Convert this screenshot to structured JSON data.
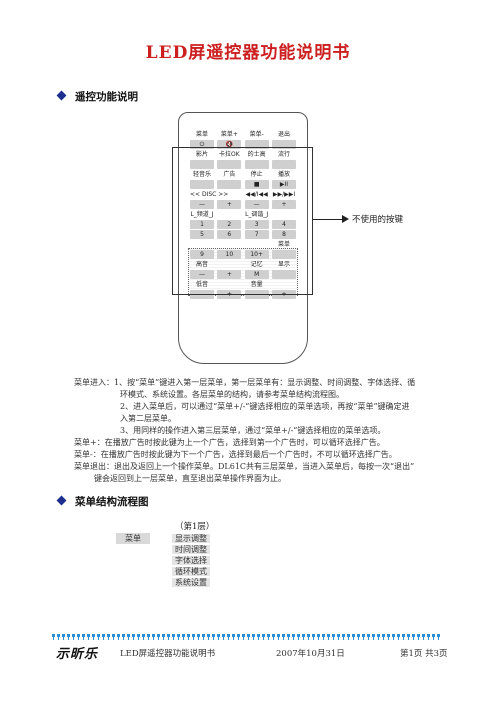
{
  "title": "LED屏遥控器功能说明书",
  "section1": "遥控功能说明",
  "remote": {
    "rows": [
      [
        "菜单",
        "菜单+",
        "菜单-",
        "退出"
      ],
      [
        "⏻",
        "🔇",
        "",
        ""
      ],
      [
        "影片",
        "卡拉OK",
        "的士高",
        "流行"
      ],
      [
        "",
        "",
        "",
        ""
      ],
      [
        "轻音乐",
        "广告",
        "停止",
        "播放"
      ],
      [
        "",
        "",
        "■",
        "▶II"
      ],
      [
        "<< DISC >>",
        "",
        "◀◀/I◀◀",
        "▶▶/▶▶I"
      ],
      [
        "—",
        "+",
        "—",
        "+"
      ],
      [
        "L_频道_J",
        "",
        "L_调谐_J",
        ""
      ],
      [
        "1",
        "2",
        "3",
        "4"
      ],
      [
        "5",
        "6",
        "7",
        "8"
      ],
      [
        "",
        "",
        "",
        "菜单"
      ],
      [
        "9",
        "10",
        "10+",
        ""
      ],
      [
        "高音",
        "",
        "记忆",
        "显示"
      ],
      [
        "—",
        "+",
        "M",
        ""
      ],
      [
        "低音",
        "",
        "音量",
        ""
      ],
      [
        "—",
        "+",
        "—",
        "+"
      ]
    ]
  },
  "callout": "不使用的按键",
  "description": [
    "菜单进入：1、按“菜单”键进入第一层菜单，第一层菜单有：显示调整、时间调整、字体选择、循",
    "环模式、系统设置。各层菜单的结构，请参考菜单结构流程图。",
    "2、进入菜单后，可以通过“菜单+/-”键选择相应的菜单选项，再按“菜单”键确定进",
    "入第二层菜单。",
    "3、用同样的操作进入第三层菜单，通过“菜单+/-”键选择相应的菜单选项。",
    "菜单+：在播放广告时按此键为上一个广告，选择到第一个广告时，可以循环选择广告。",
    "菜单-：在播放广告时按此键为下一个广告，选择到最后一个广告时，不可以循环选择广告。",
    "菜单退出：退出及返回上一个操作菜单。DL61C共有三层菜单，当进入菜单后，每按一次“退出”",
    "键会返回到上一层菜单，直至退出菜单操作界面为止。"
  ],
  "section2": "菜单结构流程图",
  "flow": {
    "layer_label": "（第1层）",
    "menu_label": "菜单",
    "items": [
      "显示调整",
      "时间调整",
      "字体选择",
      "循环模式",
      "系统设置"
    ]
  },
  "footer": {
    "logo": "示昕乐",
    "title": "LED屏遥控器功能说明书",
    "date": "2007年10月31日",
    "page": "第1页 共3页"
  }
}
